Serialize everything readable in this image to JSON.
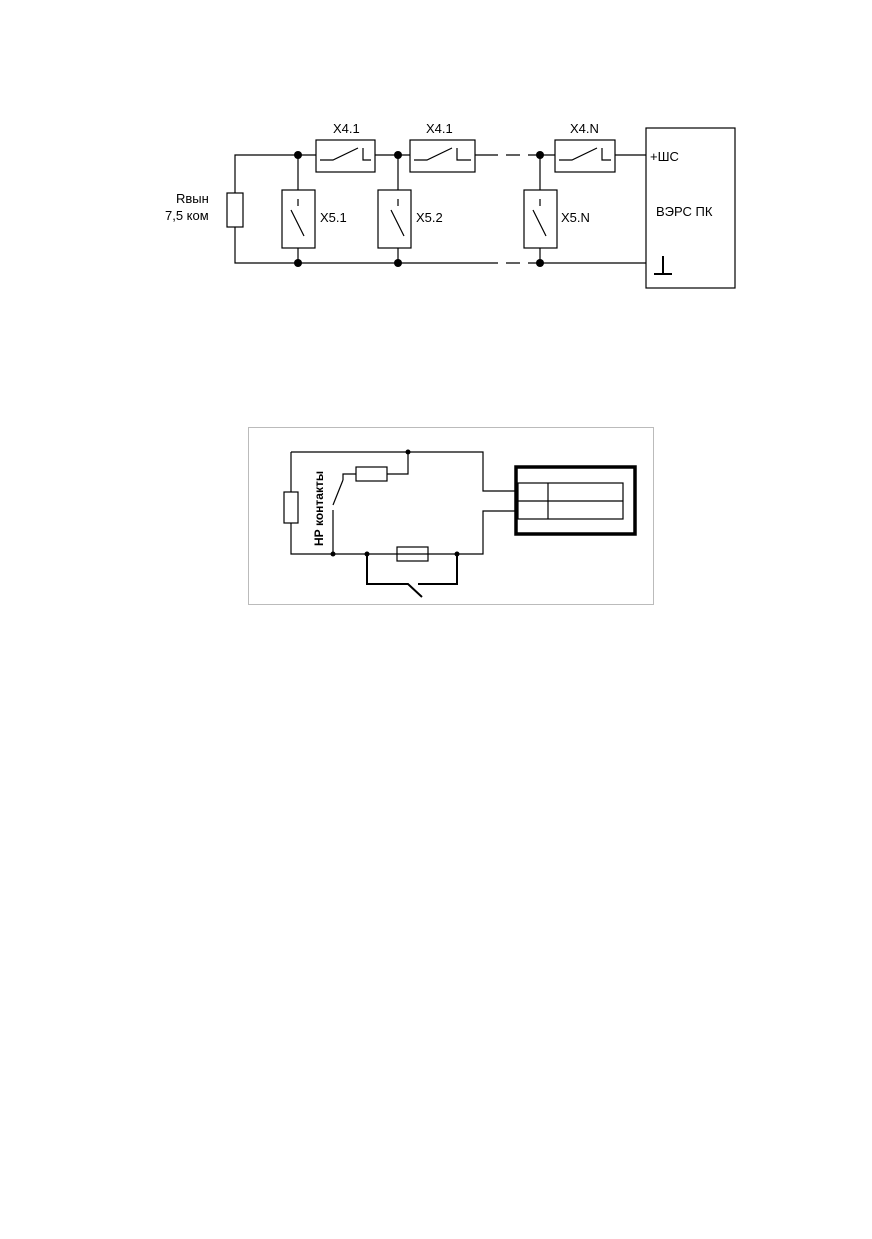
{
  "diagram1": {
    "resistor_name": "Rвын",
    "resistor_value": "7,5 ком",
    "series_contacts": [
      "X4.1",
      "X4.1",
      "X4.N"
    ],
    "parallel_contacts": [
      "X5.1",
      "X5.2",
      "X5.N"
    ],
    "device_label": "ВЭРС ПК",
    "terminal_plus": "+ШС",
    "terminal_ground": "⊥"
  },
  "diagram2": {
    "contacts_label": "НР контакты"
  }
}
